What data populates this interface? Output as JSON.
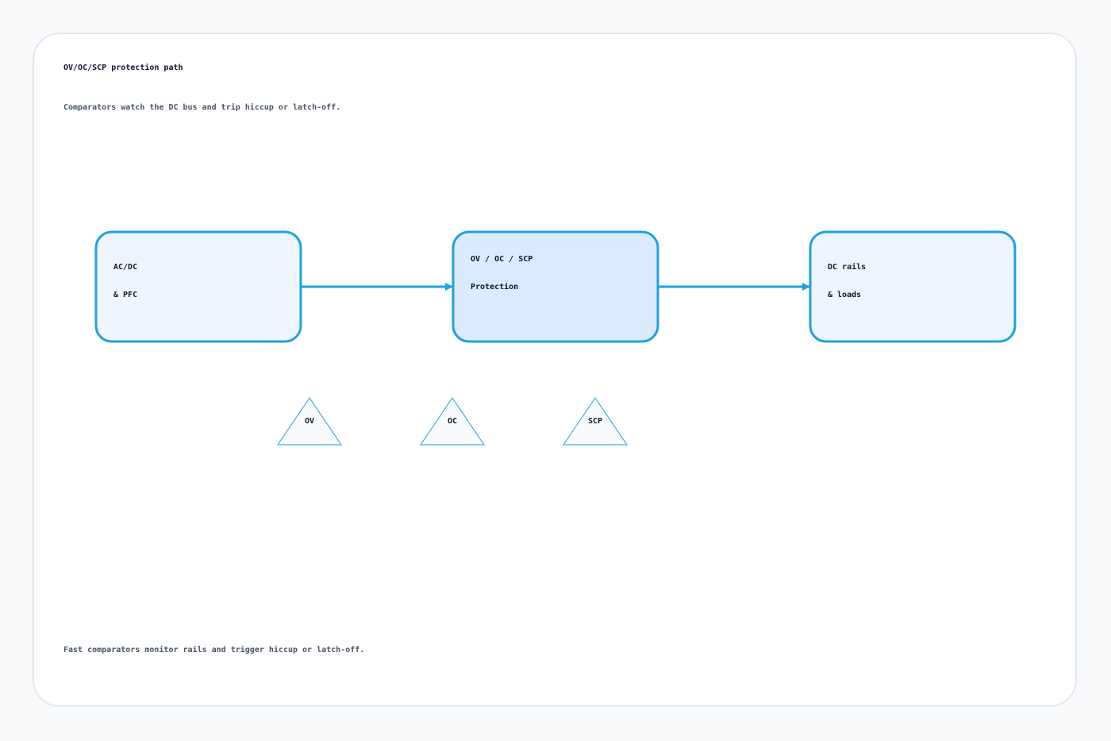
{
  "header": {
    "title": "OV/OC/SCP protection path",
    "subtitle": "Comparators watch the DC bus and trip hiccup or latch-off."
  },
  "nodes": {
    "source": {
      "line1": "AC/DC",
      "line2": "& PFC"
    },
    "protection": {
      "line1": "OV / OC / SCP",
      "line2": "Protection"
    },
    "load": {
      "line1": "DC rails",
      "line2": "& loads"
    }
  },
  "comparators": {
    "ov": "OV",
    "oc": "OC",
    "scp": "SCP"
  },
  "footer": {
    "caption": "Fast comparators monitor rails and trigger hiccup or latch-off."
  },
  "colors": {
    "accent": "#1ea1e0",
    "node_fill": "#eef5ff",
    "node_fill_active": "#dbeafe",
    "triangle_fill": "#f8fafc"
  }
}
